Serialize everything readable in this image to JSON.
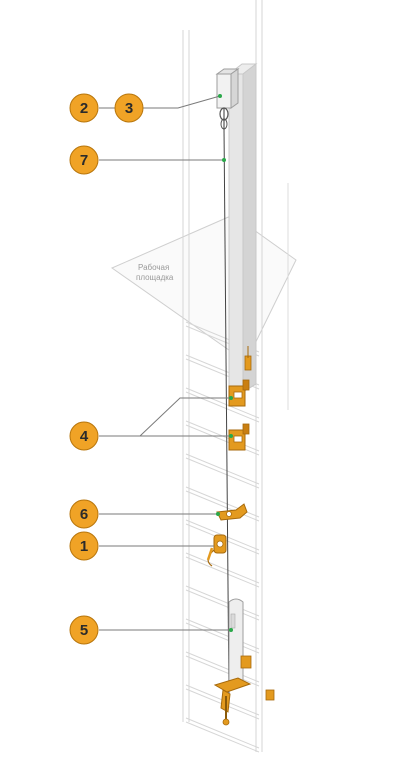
{
  "platform_label": [
    "Рабочая",
    "площадка"
  ],
  "callouts": [
    {
      "id": "c2",
      "label": "2"
    },
    {
      "id": "c3",
      "label": "3"
    },
    {
      "id": "c7",
      "label": "7"
    },
    {
      "id": "c4",
      "label": "4"
    },
    {
      "id": "c6",
      "label": "6"
    },
    {
      "id": "c1",
      "label": "1"
    },
    {
      "id": "c5",
      "label": "5"
    }
  ],
  "colors": {
    "badge_fill": "#f0a326",
    "badge_stroke": "#b8760c",
    "leader": "#7a7a7a",
    "ladder": "#d6d6d6",
    "rail": "#cfcfcf",
    "hardware": "#e39a1f",
    "point": "#2aa84a"
  }
}
